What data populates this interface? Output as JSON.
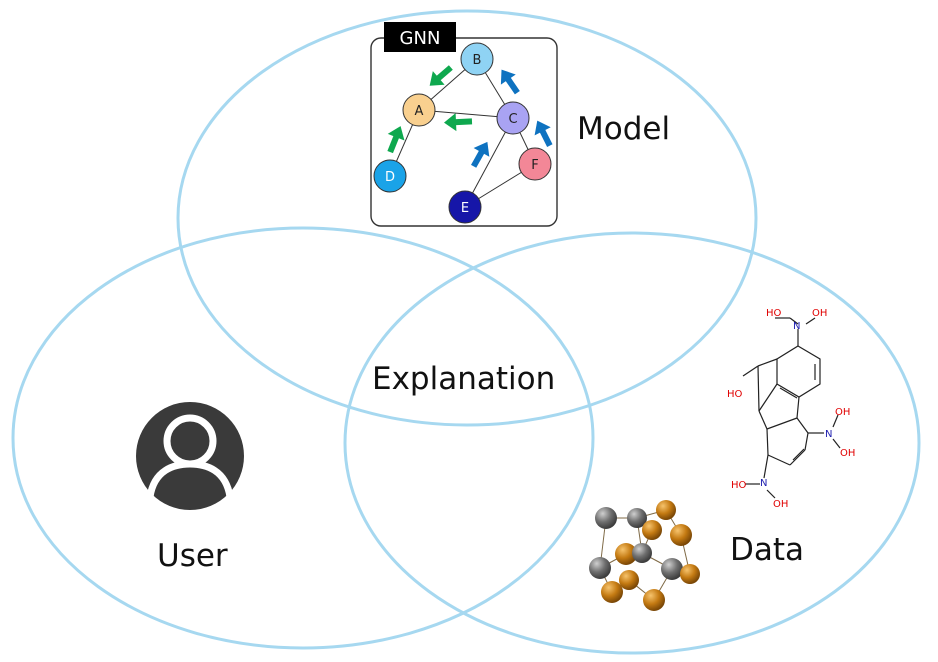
{
  "venn": {
    "circle_color": "#a6d8f0",
    "labels": {
      "model": "Model",
      "data": "Data",
      "user": "User",
      "center": "Explanation"
    }
  },
  "gnn": {
    "title": "GNN",
    "nodes": {
      "a": {
        "label": "A",
        "color": "#f9d08f"
      },
      "b": {
        "label": "B",
        "color": "#8fd3f4"
      },
      "c": {
        "label": "C",
        "color": "#a9a3f3"
      },
      "d": {
        "label": "D",
        "color": "#1aa3e8"
      },
      "e": {
        "label": "E",
        "color": "#1616a8"
      },
      "f": {
        "label": "F",
        "color": "#f38797"
      }
    },
    "arrow_colors": {
      "green": "#0ea84e",
      "blue": "#0e72c0"
    }
  },
  "molecule": {
    "atoms": {
      "ho_top": "HO",
      "n_top": "N",
      "oh_top": "OH",
      "ho_left": "HO",
      "n_right": "N",
      "oh_right_top": "OH",
      "oh_right_bottom": "OH",
      "ho_bottom": "HO",
      "n_bottom": "N",
      "oh_bottom": "OH"
    },
    "heteroatom_colors": {
      "oxygen": "#e00000",
      "nitrogen": "#2020b0"
    }
  },
  "user_icon": {
    "name": "user-icon",
    "color": "#3a3a3a"
  },
  "nanocluster_icon": {
    "name": "nanocluster-icon",
    "colors": {
      "metal": "#c47a12",
      "gray": "#6f6f6f"
    }
  }
}
